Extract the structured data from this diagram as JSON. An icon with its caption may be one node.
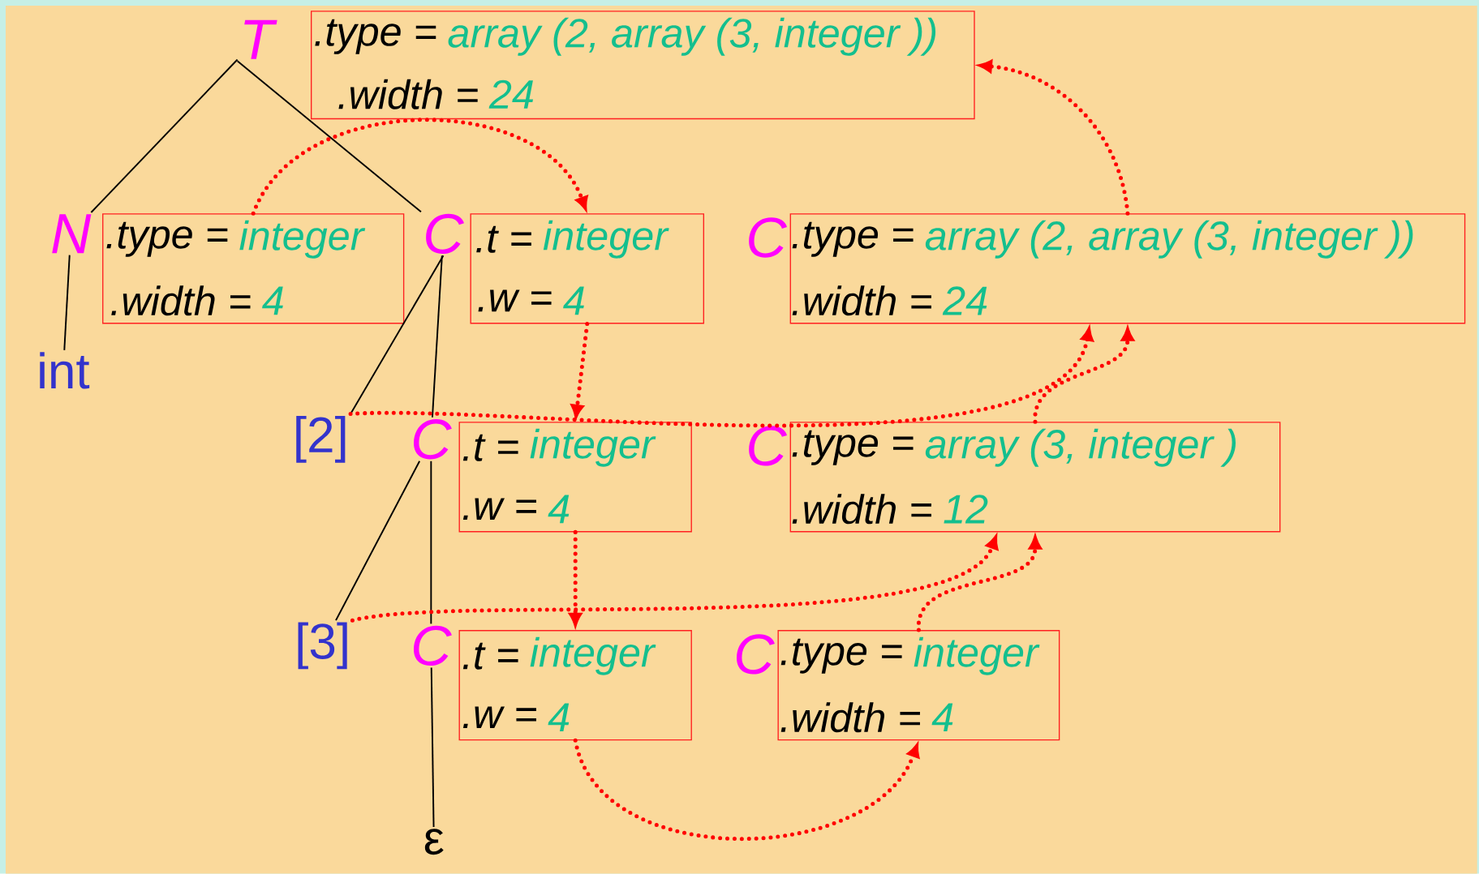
{
  "diagram": {
    "nodes": [
      {
        "text": [
          "T"
        ]
      },
      {
        "text": [
          ".type =",
          "array (2, array (3, integer ))",
          ".width =",
          "24"
        ]
      },
      {
        "text": [
          "N"
        ]
      },
      {
        "text": [
          ".type =",
          "integer",
          ".width =",
          "4"
        ]
      },
      {
        "text": [
          "C"
        ]
      },
      {
        "text": [
          ".t =",
          "integer",
          ".w =",
          "4"
        ]
      },
      {
        "text": [
          ".type =",
          "array (2, array (3, integer ))",
          ".width =",
          "24"
        ],
        "beside": [
          "C"
        ]
      },
      {
        "text": [
          "int"
        ]
      },
      {
        "text": [
          "[2]"
        ]
      },
      {
        "text": [
          "C"
        ]
      },
      {
        "text": [
          ".t =",
          "integer",
          ".w =",
          "4"
        ]
      },
      {
        "text": [
          ".type =",
          "array (3, integer )",
          ".width =",
          "12"
        ],
        "beside": [
          "C"
        ]
      },
      {
        "text": [
          "[3]"
        ]
      },
      {
        "text": [
          "C"
        ]
      },
      {
        "text": [
          ".t =",
          "integer",
          ".w =",
          "4"
        ]
      },
      {
        "text": [
          ".type =",
          "integer",
          ".width =",
          "4"
        ],
        "beside": [
          "C"
        ]
      },
      {
        "text": [
          "ε"
        ]
      }
    ],
    "edges": [
      {
        "from": 0,
        "to": 2,
        "arrow": "none",
        "color": "#000000"
      },
      {
        "from": 0,
        "to": 4,
        "arrow": "none",
        "color": "#000000"
      },
      {
        "from": 2,
        "to": 7,
        "arrow": "none",
        "color": "#000000"
      },
      {
        "from": 4,
        "to": 8,
        "arrow": "none",
        "color": "#000000"
      },
      {
        "from": 4,
        "to": 9,
        "arrow": "none",
        "color": "#000000"
      },
      {
        "from": 9,
        "to": 12,
        "arrow": "none",
        "color": "#000000"
      },
      {
        "from": 9,
        "to": 13,
        "arrow": "none",
        "color": "#000000"
      },
      {
        "from": 13,
        "to": 16,
        "arrow": "none",
        "color": "#000000"
      },
      {
        "from": 3,
        "to": 5,
        "arrow": "to",
        "style": "dashed",
        "color": "#ff0000"
      },
      {
        "from": 5,
        "to": 10,
        "arrow": "to",
        "style": "dashed",
        "color": "#ff0000"
      },
      {
        "from": 10,
        "to": 14,
        "arrow": "to",
        "style": "dashed",
        "color": "#ff0000"
      },
      {
        "from": 14,
        "to": 15,
        "arrow": "to",
        "style": "dashed",
        "color": "#ff0000"
      },
      {
        "from": 15,
        "to": 11,
        "arrow": "to",
        "style": "dashed",
        "color": "#ff0000"
      },
      {
        "from": 12,
        "to": 11,
        "arrow": "to",
        "style": "dashed",
        "color": "#ff0000"
      },
      {
        "from": 11,
        "to": 6,
        "arrow": "to",
        "style": "dashed",
        "color": "#ff0000"
      },
      {
        "from": 8,
        "to": 6,
        "arrow": "to",
        "style": "dashed",
        "color": "#ff0000"
      },
      {
        "from": 6,
        "to": 1,
        "arrow": "to",
        "style": "dashed",
        "color": "#ff0000"
      }
    ]
  }
}
